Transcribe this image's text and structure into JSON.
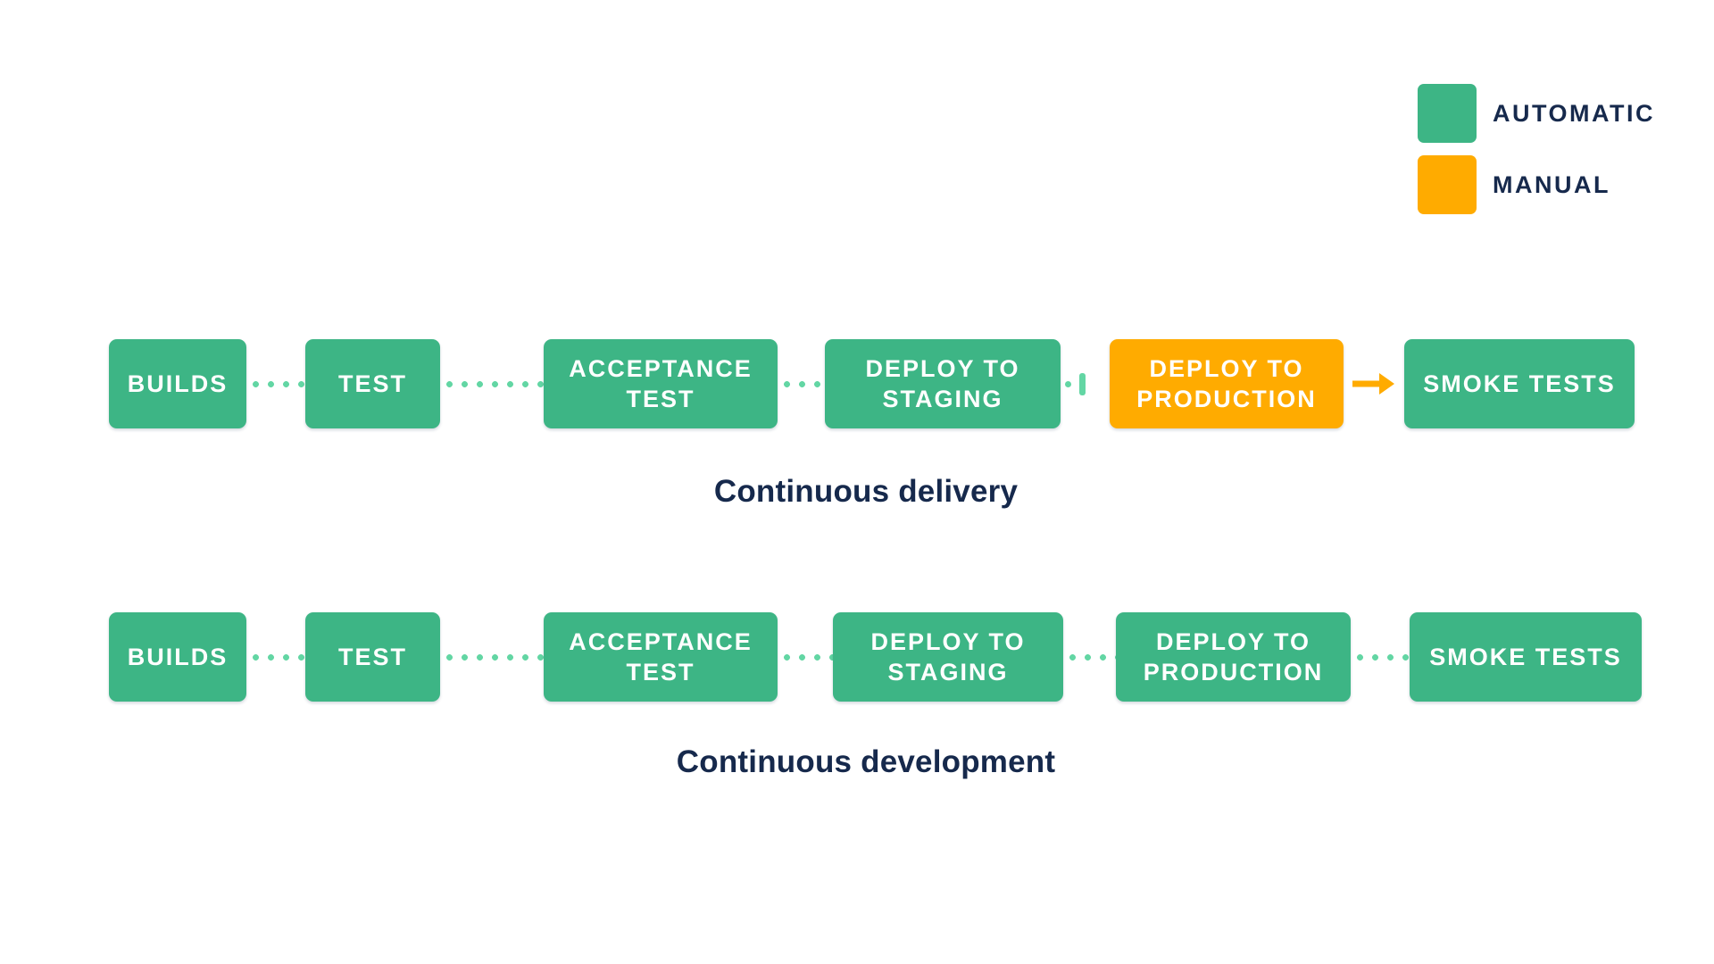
{
  "colors": {
    "automatic": "#3db585",
    "manual": "#ffab00",
    "connector_dot": "#63d6a4",
    "label_text": "#ffffff",
    "heading_text": "#16294c",
    "background": "#ffffff"
  },
  "legend": {
    "items": [
      {
        "label": "AUTOMATIC",
        "mode": "automatic",
        "color": "#3db585"
      },
      {
        "label": "MANUAL",
        "mode": "manual",
        "color": "#ffab00"
      }
    ]
  },
  "pipelines": [
    {
      "caption": "Continuous delivery",
      "stages": [
        {
          "label": "BUILDS",
          "mode": "automatic"
        },
        {
          "label": "TEST",
          "mode": "automatic"
        },
        {
          "label": "ACCEPTANCE TEST",
          "mode": "automatic"
        },
        {
          "label": "DEPLOY TO STAGING",
          "mode": "automatic"
        },
        {
          "label": "DEPLOY TO PRODUCTION",
          "mode": "manual"
        },
        {
          "label": "SMOKE TESTS",
          "mode": "automatic"
        }
      ],
      "connectors": [
        {
          "from": "BUILDS",
          "to": "TEST",
          "type": "dotted"
        },
        {
          "from": "TEST",
          "to": "ACCEPTANCE TEST",
          "type": "dotted"
        },
        {
          "from": "ACCEPTANCE TEST",
          "to": "DEPLOY TO STAGING",
          "type": "dotted"
        },
        {
          "from": "DEPLOY TO STAGING",
          "to": "DEPLOY TO PRODUCTION",
          "type": "manual-gate"
        },
        {
          "from": "DEPLOY TO PRODUCTION",
          "to": "SMOKE TESTS",
          "type": "manual-arrow"
        }
      ]
    },
    {
      "caption": "Continuous development",
      "stages": [
        {
          "label": "BUILDS",
          "mode": "automatic"
        },
        {
          "label": "TEST",
          "mode": "automatic"
        },
        {
          "label": "ACCEPTANCE TEST",
          "mode": "automatic"
        },
        {
          "label": "DEPLOY TO STAGING",
          "mode": "automatic"
        },
        {
          "label": "DEPLOY TO PRODUCTION",
          "mode": "automatic"
        },
        {
          "label": "SMOKE TESTS",
          "mode": "automatic"
        }
      ],
      "connectors": [
        {
          "from": "BUILDS",
          "to": "TEST",
          "type": "dotted"
        },
        {
          "from": "TEST",
          "to": "ACCEPTANCE TEST",
          "type": "dotted"
        },
        {
          "from": "ACCEPTANCE TEST",
          "to": "DEPLOY TO STAGING",
          "type": "dotted"
        },
        {
          "from": "DEPLOY TO STAGING",
          "to": "DEPLOY TO PRODUCTION",
          "type": "dotted"
        },
        {
          "from": "DEPLOY TO PRODUCTION",
          "to": "SMOKE TESTS",
          "type": "dotted"
        }
      ]
    }
  ]
}
